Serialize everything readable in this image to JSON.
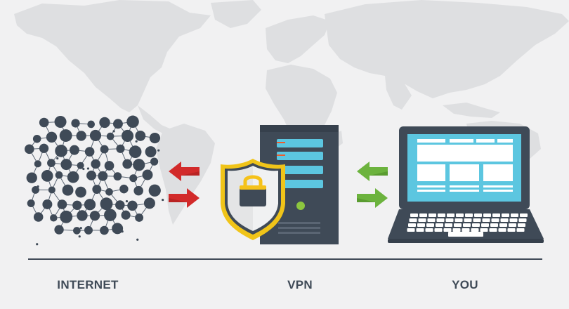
{
  "labels": {
    "internet": "INTERNET",
    "vpn": "VPN",
    "you": "YOU"
  },
  "colors": {
    "background": "#f1f1f2",
    "map": "#dedfe1",
    "dark": "#3f4a57",
    "screen": "#5cc6e0",
    "arrow_red": "#d22a2a",
    "arrow_green": "#6cb33e",
    "shield_yellow": "#f0c419",
    "lock_yellow": "#f5c21b",
    "power_green": "#8cc63f",
    "server_orange": "#ef5b2b"
  },
  "icons": {
    "internet": "network-nodes-icon",
    "vpn": "server-with-shield-lock-icon",
    "you": "laptop-icon"
  }
}
